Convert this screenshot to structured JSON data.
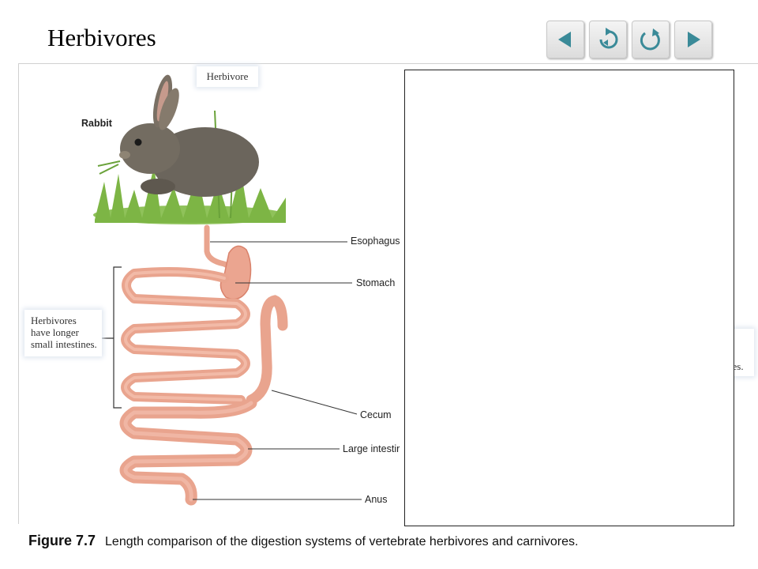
{
  "slide": {
    "title": "Herbivores"
  },
  "nav": {
    "buttons": [
      {
        "name": "previous-button",
        "icon": "triangle-left-icon"
      },
      {
        "name": "return-button",
        "icon": "return-icon"
      },
      {
        "name": "replay-button",
        "icon": "replay-icon"
      },
      {
        "name": "next-button",
        "icon": "triangle-right-icon"
      }
    ],
    "icon_color": "#3a8a98"
  },
  "diagram": {
    "header": "Herbivore",
    "animal": "Rabbit",
    "callout": "Herbivores have longer small intestines.",
    "labels": {
      "esophagus": "Esophagus",
      "stomach": "Stomach",
      "cecum": "Cecum",
      "large_intestine": "Large intestir",
      "anus": "Anus"
    },
    "partial_callout": "nes."
  },
  "caption": {
    "figure": "Figure 7.7",
    "text": "Length comparison of the digestion systems of vertebrate herbivores and carnivores."
  },
  "colors": {
    "gut": "#e9a48e",
    "gut_dark": "#d9826b",
    "grass": "#7db545",
    "rabbit": "#6b655c"
  }
}
